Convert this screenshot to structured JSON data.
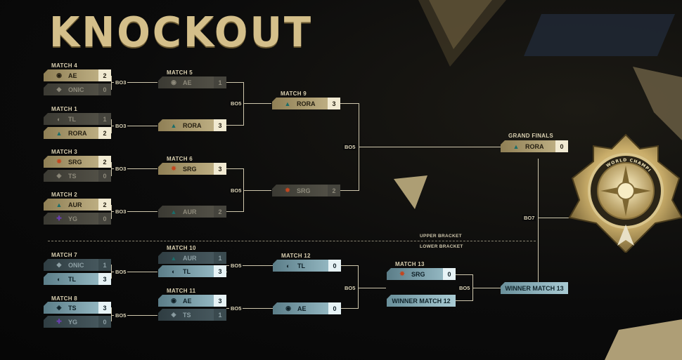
{
  "title": "KNOCKOUT",
  "bracket_labels": {
    "upper": "UPPER BRACKET",
    "lower": "LOWER BRACKET"
  },
  "series": {
    "bo3": "BO3",
    "bo5": "BO5",
    "bo7": "BO7"
  },
  "matches": {
    "m4": {
      "label": "MATCH 4",
      "t1": "AE",
      "s1": "2",
      "t2": "ONIC",
      "s2": "0"
    },
    "m1": {
      "label": "MATCH 1",
      "t1": "TL",
      "s1": "1",
      "t2": "RORA",
      "s2": "2"
    },
    "m3": {
      "label": "MATCH 3",
      "t1": "SRG",
      "s1": "2",
      "t2": "TS",
      "s2": "0"
    },
    "m2": {
      "label": "MATCH 2",
      "t1": "AUR",
      "s1": "2",
      "t2": "YG",
      "s2": "0"
    },
    "m5": {
      "label": "MATCH 5",
      "t1": "AE",
      "s1": "1",
      "t2": "RORA",
      "s2": "3"
    },
    "m6": {
      "label": "MATCH 6",
      "t1": "SRG",
      "s1": "3",
      "t2": "AUR",
      "s2": "2"
    },
    "m9": {
      "label": "MATCH 9",
      "t1": "RORA",
      "s1": "3",
      "t2": "SRG",
      "s2": "2"
    },
    "gf": {
      "label": "GRAND FINALS",
      "t1": "RORA",
      "s1": "0",
      "t2": "WINNER MATCH 13"
    },
    "m7": {
      "label": "MATCH 7",
      "t1": "ONIC",
      "s1": "1",
      "t2": "TL",
      "s2": "3"
    },
    "m8": {
      "label": "MATCH 8",
      "t1": "TS",
      "s1": "3",
      "t2": "YG",
      "s2": "0"
    },
    "m10": {
      "label": "MATCH 10",
      "t1": "AUR",
      "s1": "1",
      "t2": "TL",
      "s2": "3"
    },
    "m11": {
      "label": "MATCH 11",
      "t1": "AE",
      "s1": "3",
      "t2": "TS",
      "s2": "1"
    },
    "m12": {
      "label": "MATCH 12",
      "t1": "TL",
      "s1": "0",
      "t2": "AE",
      "s2": "0"
    },
    "m13": {
      "label": "MATCH 13",
      "t1": "SRG",
      "s1": "0",
      "t2": "WINNER MATCH 12"
    }
  },
  "trophy": {
    "inscription": "WORLD CHAMPION"
  },
  "colors": {
    "gold": "#c7b88c",
    "gold_dark": "#8f7f55",
    "teal": "#9fc3cd",
    "teal_dark": "#5b7d88",
    "background": "#0a0a0a"
  },
  "icons": {
    "AE": "ae-logo-icon",
    "ONIC": "onic-logo-icon",
    "TL": "tl-logo-icon",
    "RORA": "rora-logo-icon",
    "SRG": "srg-logo-icon",
    "TS": "ts-logo-icon",
    "AUR": "aur-logo-icon",
    "YG": "yg-logo-icon"
  }
}
